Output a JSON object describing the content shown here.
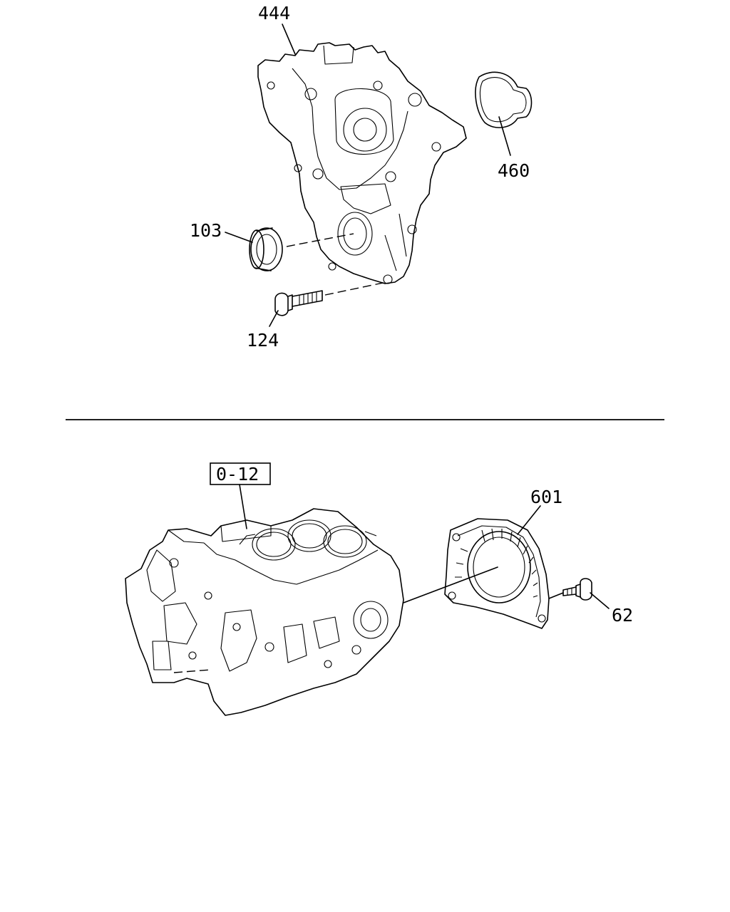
{
  "callouts": {
    "front_cover": "444",
    "cover_gasket": "460",
    "front_oil_seal": "103",
    "cover_bolt": "124",
    "block_ref": "0-12",
    "rear_seal_retainer": "601",
    "retainer_bolt": "62"
  }
}
